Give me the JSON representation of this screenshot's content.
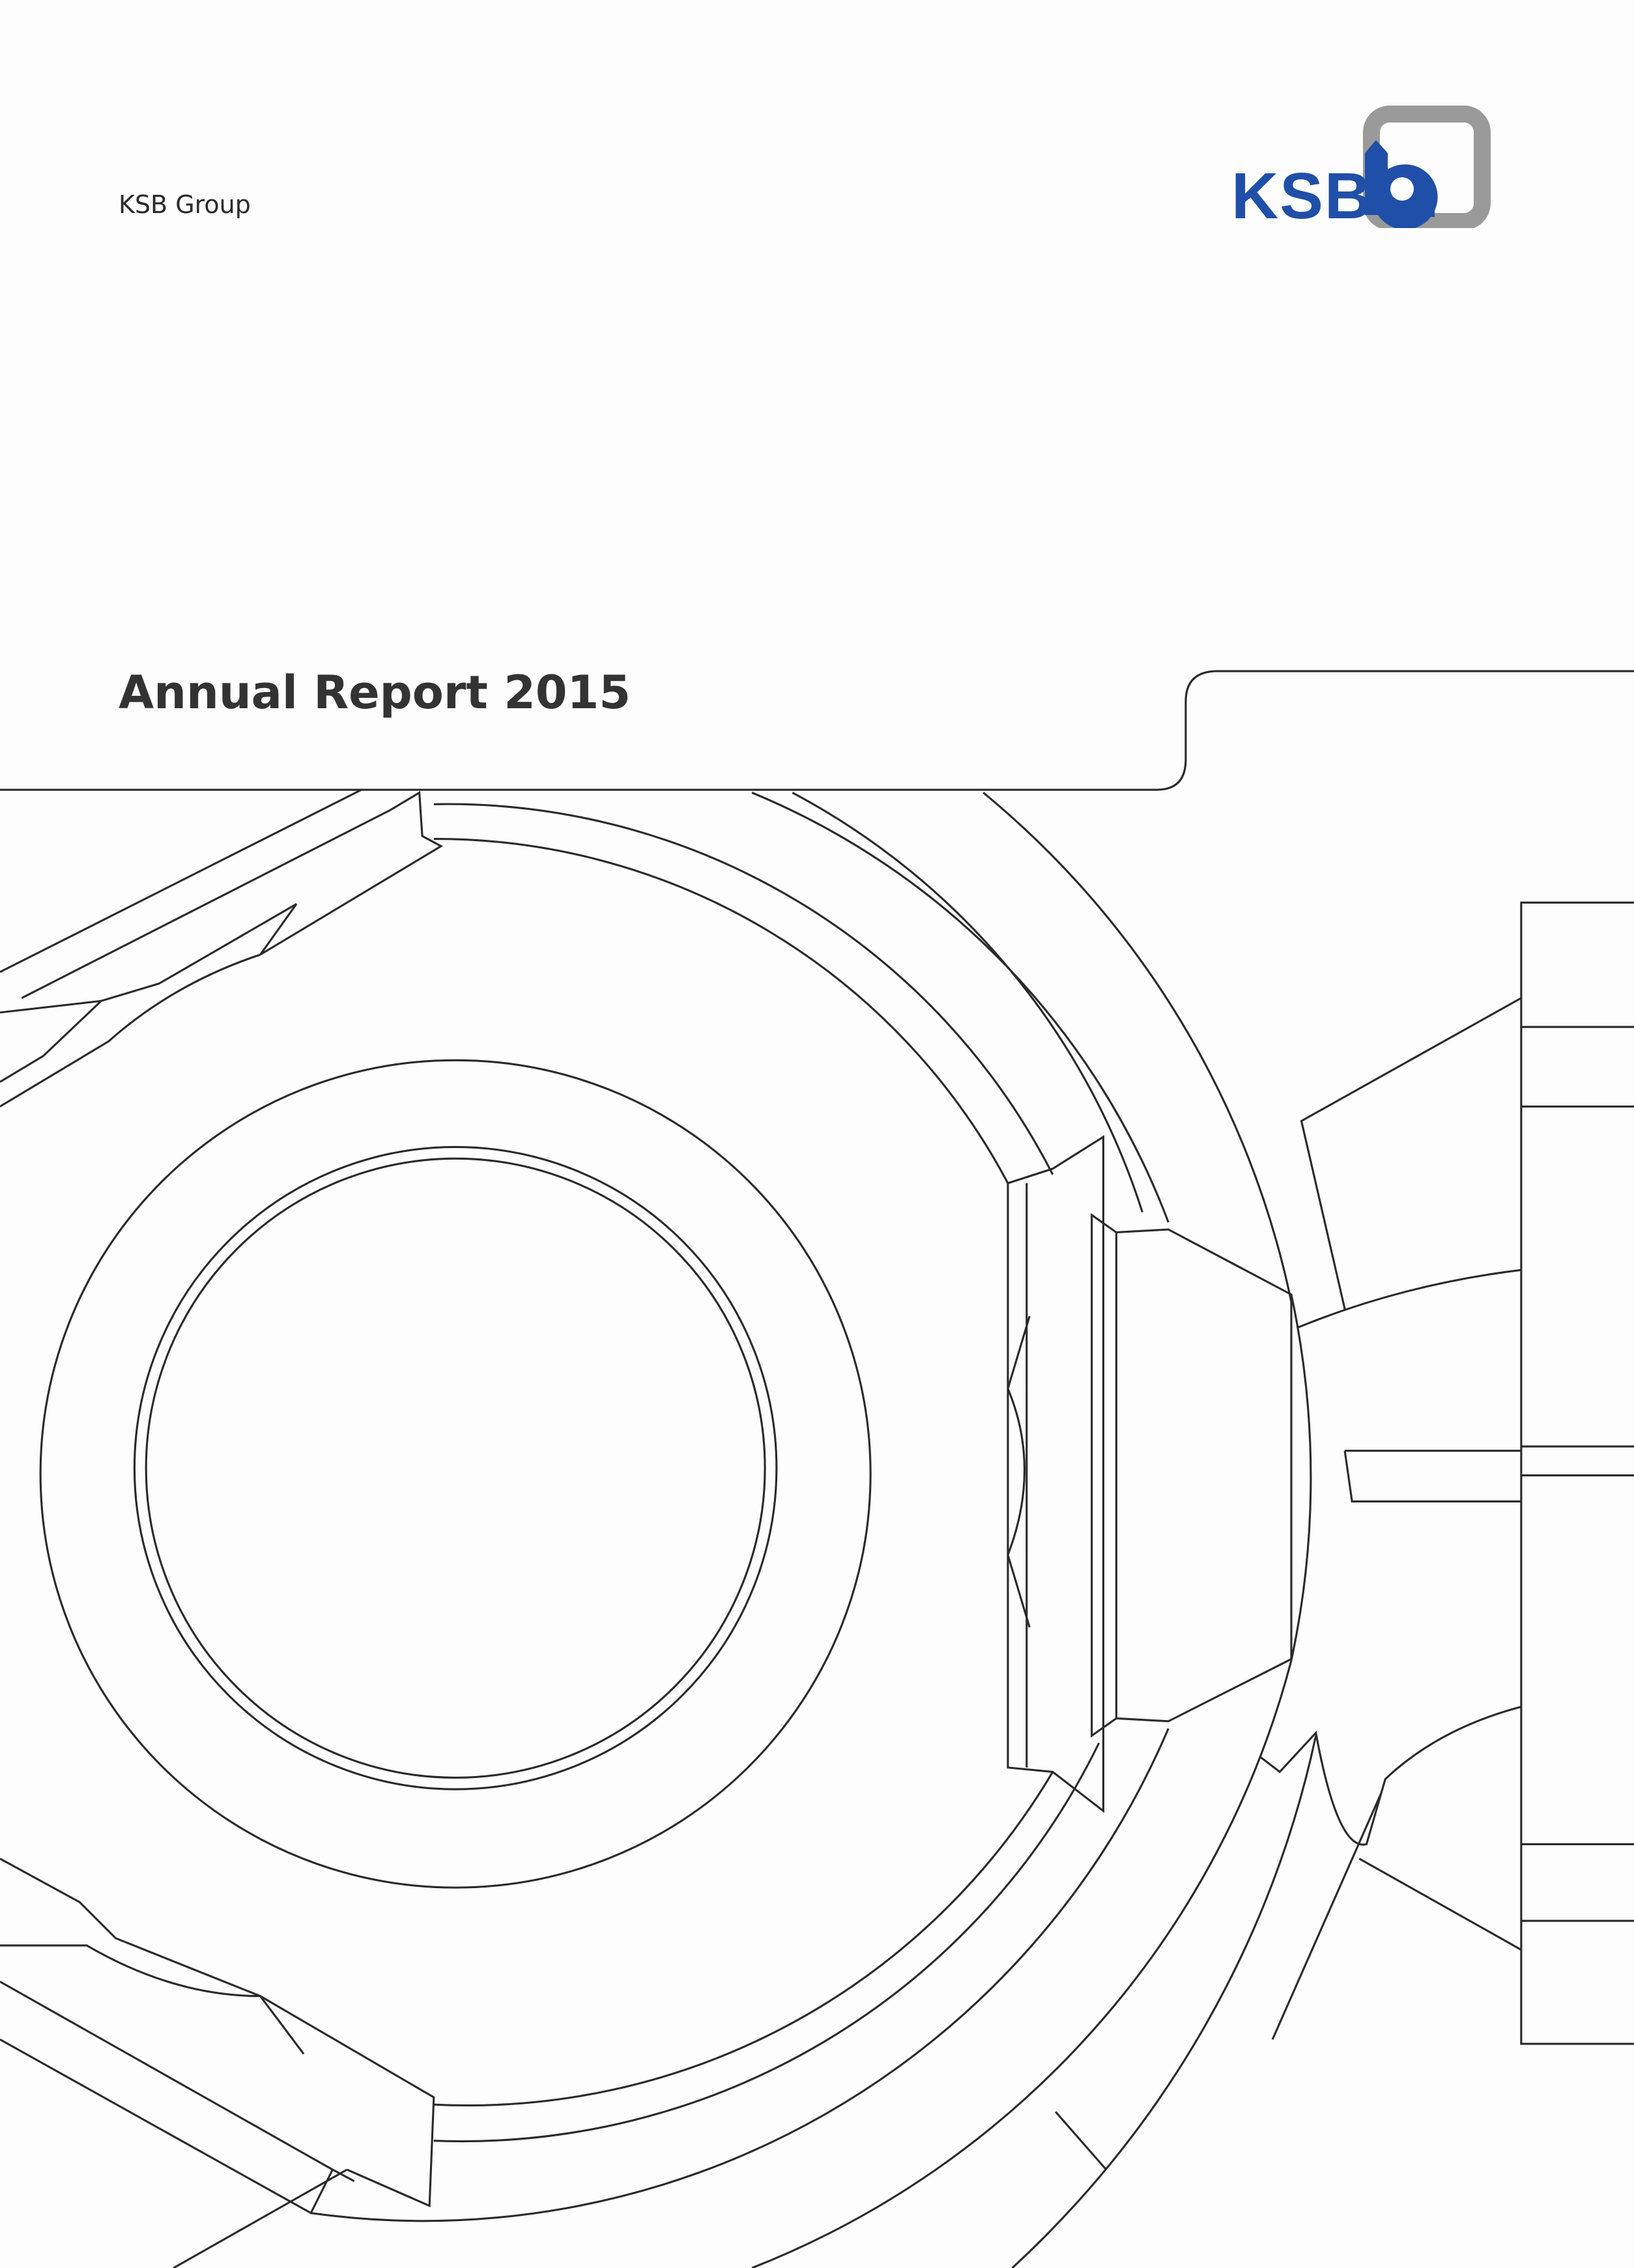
{
  "header": {
    "group_label": "KSB Group"
  },
  "logo": {
    "text": "KSB",
    "colors": {
      "blue": "#1f4fa8",
      "grey": "#9a9a9a"
    }
  },
  "cover": {
    "title": "Annual Report 2015"
  },
  "drawing": {
    "stroke_color": "#2a2a2a"
  }
}
